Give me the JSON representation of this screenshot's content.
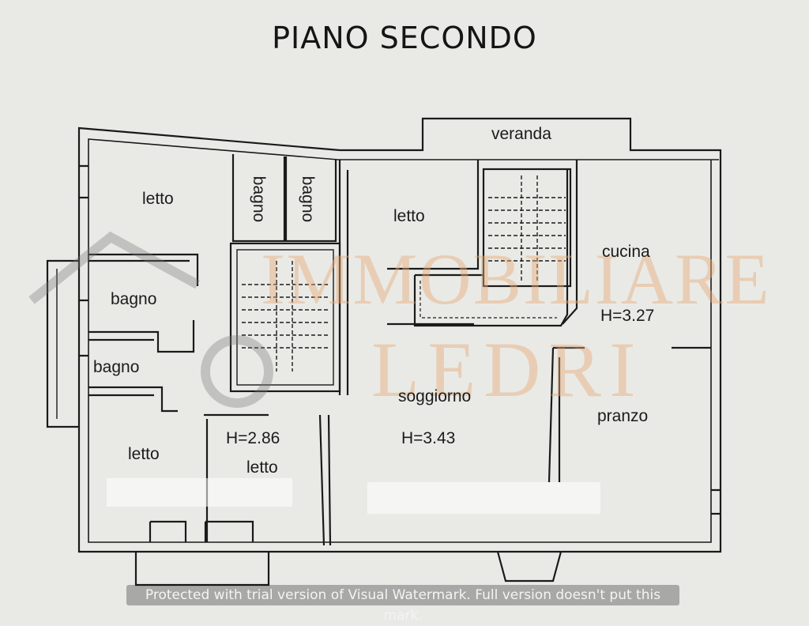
{
  "title": "PIANO SECONDO",
  "rooms": {
    "veranda": "veranda",
    "letto_nw": "letto",
    "bagno_v1": "bagno",
    "bagno_v2": "bagno",
    "letto_center": "letto",
    "cucina": "cucina",
    "h_cucina": "H=3.27",
    "bagno_w1": "bagno",
    "bagno_w2": "bagno",
    "soggiorno": "soggiorno",
    "h_soggiorno": "H=3.43",
    "pranzo": "pranzo",
    "h_letto": "H=2.86",
    "letto_sw": "letto",
    "letto_s": "letto"
  },
  "watermark": {
    "line1": "IMMOBILIARE",
    "line2": "LEDRI",
    "footer": "Protected with trial version of Visual Watermark. Full version doesn't put this mark."
  },
  "colors": {
    "paper": "#e9eae6",
    "ink": "#1a1a1a",
    "watermark": "#e6aa78"
  }
}
